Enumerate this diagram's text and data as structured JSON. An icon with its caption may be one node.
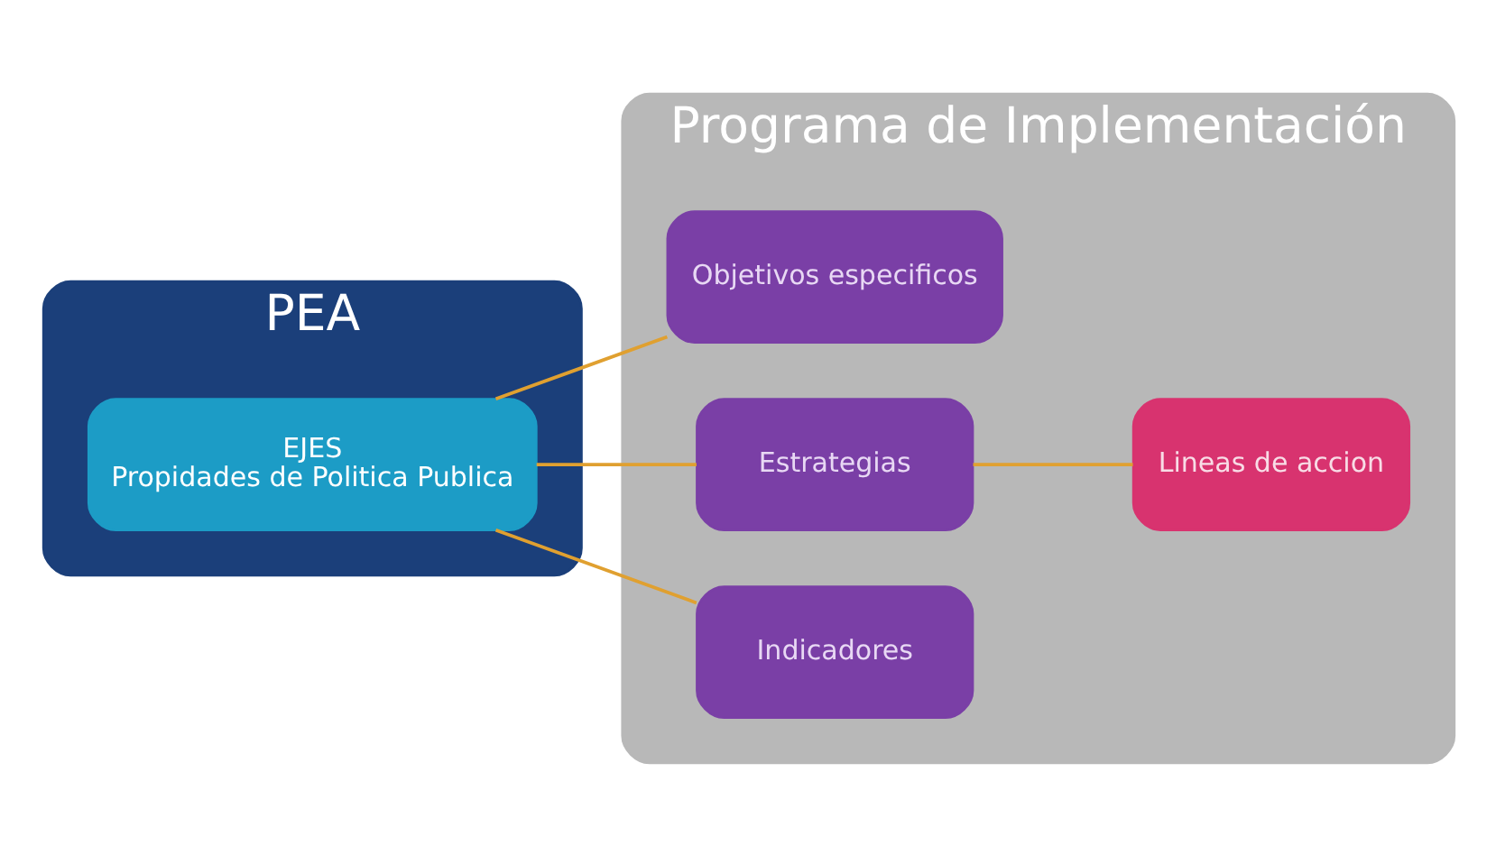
{
  "diagram": {
    "nodes": [
      {
        "text": [
          "PEA"
        ]
      },
      {
        "text": [
          "EJES",
          "Propidades de Politica Publica"
        ],
        "in": 0
      },
      {
        "text": [
          "Programa de Implementación"
        ]
      },
      {
        "text": [
          "Objetivos especificos"
        ],
        "in": 2
      },
      {
        "text": [
          "Estrategias"
        ],
        "in": 2
      },
      {
        "text": [
          "Indicadores"
        ],
        "in": 2
      },
      {
        "text": [
          "Lineas de accion"
        ],
        "in": 2
      }
    ],
    "edges": [
      {
        "from": 1,
        "to": 3,
        "arrow": "none"
      },
      {
        "from": 1,
        "to": 4,
        "arrow": "none"
      },
      {
        "from": 1,
        "to": 5,
        "arrow": "none"
      },
      {
        "from": 4,
        "to": 6,
        "arrow": "none"
      }
    ]
  }
}
